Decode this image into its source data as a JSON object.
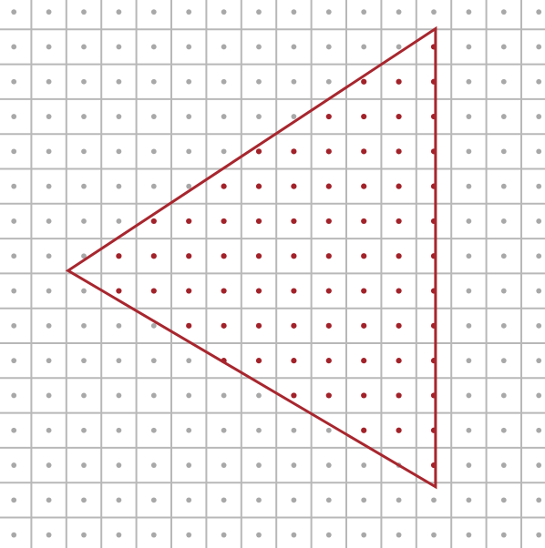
{
  "colors": {
    "background": "#ffffff",
    "grid_line": "#b8b8b8",
    "outside_dot": "#a8a8a8",
    "inside_dot": "#a2222a",
    "triangle_stroke": "#a8262e"
  },
  "grid": {
    "columns": 15,
    "rows": 15
  },
  "triangle": {
    "vertices": [
      {
        "col": 12.55,
        "row": 0.98
      },
      {
        "col": 12.55,
        "row": 14.12
      },
      {
        "col": 2.05,
        "row": 7.92
      }
    ]
  }
}
